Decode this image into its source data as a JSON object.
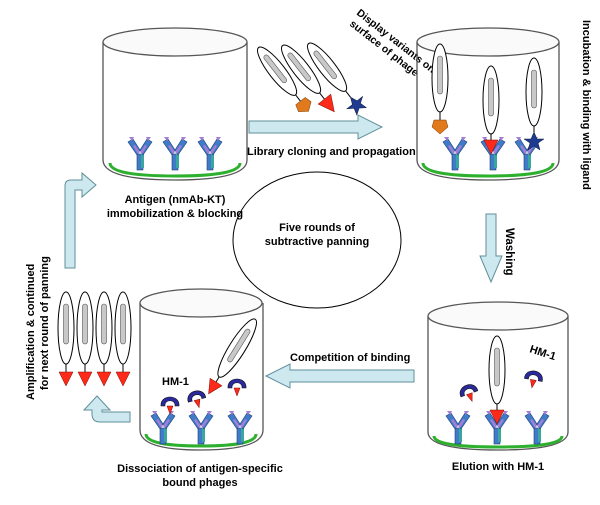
{
  "title": "",
  "center_label": {
    "line1": "Five rounds of",
    "line2": "subtractive panning"
  },
  "steps": {
    "immobilization": {
      "line1": "Antigen (nmAb-KT)",
      "line2": "immobilization & blocking"
    },
    "display": {
      "line1": "Display variants on",
      "line2": "surface of phage"
    },
    "library": "Library cloning and propagation",
    "incubation": "Incubation & binding with ligand",
    "washing": "Washing",
    "elution": "Elution with HM-1",
    "competition": "Competition of binding",
    "dissociation": {
      "line1": "Dissociation of antigen-specific",
      "line2": "bound phages"
    },
    "amplification": {
      "line1": "Amplification & continued",
      "line2": "for next round of panning"
    }
  },
  "ligand_labels": {
    "elution": "HM-1",
    "dissociation": "HM-1"
  },
  "colors": {
    "arrow_fill": "#cde8ee",
    "arrow_stroke": "#5f8f9a",
    "well_green": "#2db02d",
    "antibody_blue": "#3f7bc9",
    "antibody_teal": "#3aa6a0",
    "antibody_purple": "#a27ed8",
    "phage_grey": "#c8c8c8",
    "tip_red": "#ff2a1a",
    "tip_orange": "#e07a1c",
    "star_navy": "#1f3b8f",
    "hm1_navy": "#2a2a9e"
  }
}
